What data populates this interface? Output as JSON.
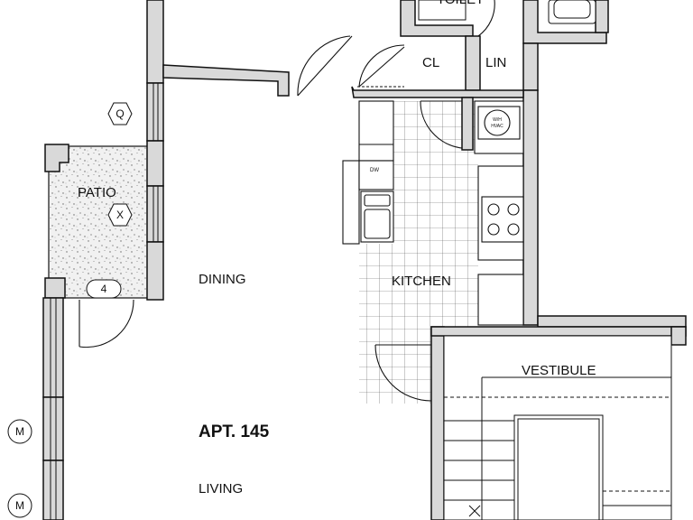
{
  "rooms": {
    "toilet": "TOILET",
    "closet": "CL",
    "linen": "LIN",
    "patio": "PATIO",
    "dining": "DINING",
    "kitchen": "KITCHEN",
    "vestibule": "VESTIBULE",
    "living": "LIVING"
  },
  "apartment": "APT. 145",
  "fixtures": {
    "dishwasher": "DW",
    "hvac_line1": "W/H",
    "hvac_line2": "HVAC"
  },
  "tags": {
    "q": "Q",
    "x": "X",
    "four": "4",
    "m_upper": "M",
    "m_lower": "M"
  },
  "colors": {
    "wall_fill": "#d9d9d9",
    "line": "#111111",
    "patio_fill": "#f1f1f1"
  }
}
